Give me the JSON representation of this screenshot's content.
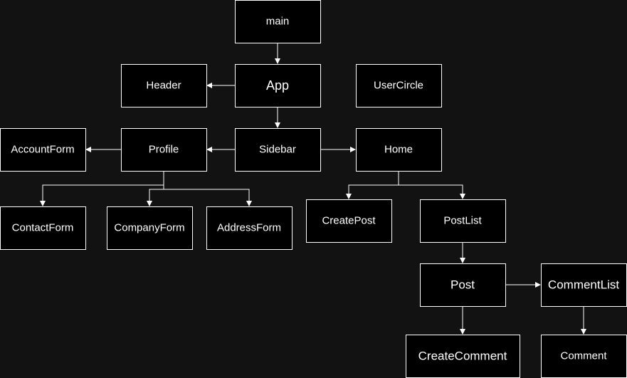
{
  "diagram": {
    "nodes": [
      {
        "id": "main",
        "label": "main"
      },
      {
        "id": "app",
        "label": "App"
      },
      {
        "id": "header",
        "label": "Header"
      },
      {
        "id": "usercircle",
        "label": "UserCircle"
      },
      {
        "id": "sidebar",
        "label": "Sidebar"
      },
      {
        "id": "profile",
        "label": "Profile"
      },
      {
        "id": "accountform",
        "label": "AccountForm"
      },
      {
        "id": "home",
        "label": "Home"
      },
      {
        "id": "contactform",
        "label": "ContactForm"
      },
      {
        "id": "companyform",
        "label": "CompanyForm"
      },
      {
        "id": "addressform",
        "label": "AddressForm"
      },
      {
        "id": "createpost",
        "label": "CreatePost"
      },
      {
        "id": "postlist",
        "label": "PostList"
      },
      {
        "id": "post",
        "label": "Post"
      },
      {
        "id": "commentlist",
        "label": "CommentList"
      },
      {
        "id": "createcomment",
        "label": "CreateComment"
      },
      {
        "id": "comment",
        "label": "Comment"
      }
    ],
    "edges": [
      {
        "from": "main",
        "to": "app"
      },
      {
        "from": "app",
        "to": "header"
      },
      {
        "from": "app",
        "to": "sidebar"
      },
      {
        "from": "sidebar",
        "to": "profile"
      },
      {
        "from": "sidebar",
        "to": "home"
      },
      {
        "from": "profile",
        "to": "accountform"
      },
      {
        "from": "profile",
        "to": "contactform"
      },
      {
        "from": "profile",
        "to": "companyform"
      },
      {
        "from": "profile",
        "to": "addressform"
      },
      {
        "from": "home",
        "to": "createpost"
      },
      {
        "from": "home",
        "to": "postlist"
      },
      {
        "from": "postlist",
        "to": "post"
      },
      {
        "from": "post",
        "to": "commentlist"
      },
      {
        "from": "post",
        "to": "createcomment"
      },
      {
        "from": "commentlist",
        "to": "comment"
      }
    ],
    "colors": {
      "background": "#121212",
      "node_fill": "#000000",
      "stroke": "#ffffff",
      "text": "#ffffff"
    }
  }
}
